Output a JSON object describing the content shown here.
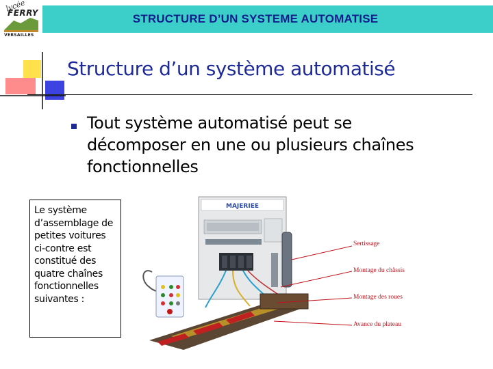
{
  "logo": {
    "line1": "lycée",
    "line2": "FERRY",
    "line3": "VERSAILLES"
  },
  "header": {
    "title": "STRUCTURE D’UN SYSTEME AUTOMATISE",
    "band_color": "#3ccfc9",
    "title_color": "#0f1b8c"
  },
  "slide": {
    "title": "Structure d’un système automatisé",
    "bullet": "Tout système automatisé peut se décomposer en une ou plusieurs chaînes fonctionnelles",
    "note": "Le système d’assemblage de petites voitures ci-contre est constitué des quatre chaînes fonctionnelles suivantes :"
  },
  "machine": {
    "brand": "MAJERIEE"
  },
  "callouts": [
    "Sertissage",
    "Montage du châssis",
    "Montage des roues",
    "Avance du plateau"
  ]
}
